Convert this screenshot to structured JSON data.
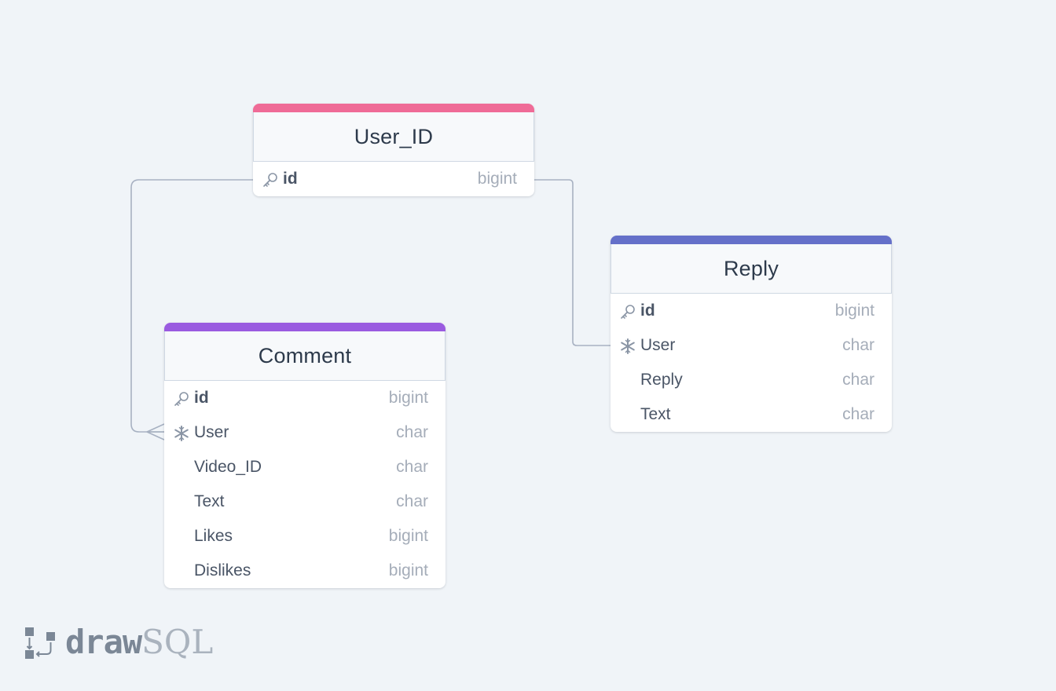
{
  "tables": [
    {
      "name": "User_ID",
      "accent_color": "#ef6b97",
      "columns": [
        {
          "name": "id",
          "type": "bigint",
          "icon": "key-icon",
          "primary": true
        }
      ]
    },
    {
      "name": "Reply",
      "accent_color": "#6570c9",
      "columns": [
        {
          "name": "id",
          "type": "bigint",
          "icon": "key-icon",
          "primary": true
        },
        {
          "name": "User",
          "type": "char",
          "icon": "snowflake-icon",
          "primary": false
        },
        {
          "name": "Reply",
          "type": "char",
          "icon": "",
          "primary": false
        },
        {
          "name": "Text",
          "type": "char",
          "icon": "",
          "primary": false
        }
      ]
    },
    {
      "name": "Comment",
      "accent_color": "#9a5be0",
      "columns": [
        {
          "name": "id",
          "type": "bigint",
          "icon": "key-icon",
          "primary": true
        },
        {
          "name": "User",
          "type": "char",
          "icon": "snowflake-icon",
          "primary": false
        },
        {
          "name": "Video_ID",
          "type": "char",
          "icon": "",
          "primary": false
        },
        {
          "name": "Text",
          "type": "char",
          "icon": "",
          "primary": false
        },
        {
          "name": "Likes",
          "type": "bigint",
          "icon": "",
          "primary": false
        },
        {
          "name": "Dislikes",
          "type": "bigint",
          "icon": "",
          "primary": false
        }
      ]
    }
  ],
  "relationships": [
    {
      "from": "User_ID.id",
      "to": "Reply.User",
      "cardinality": "one-to-one"
    },
    {
      "from": "User_ID.id",
      "to": "Comment.User",
      "cardinality": "one-to-many"
    }
  ],
  "connector_color": "#a7b1c2",
  "brand": {
    "part1": "draw",
    "part2": "SQL"
  }
}
